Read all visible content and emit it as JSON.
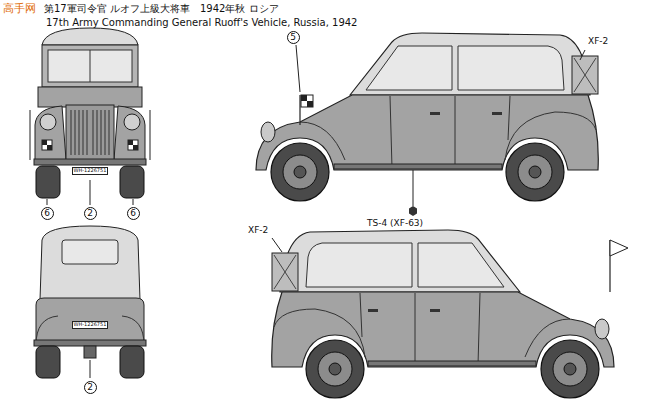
{
  "diagram": {
    "title": "第17軍司令官 ルオフ上級大将車　1942年秋 ロシア",
    "labels": [
      "高手网",
      "17th Army Commanding General Ruoff's Vehicle, Russia, 1942",
      "5",
      "XF-2",
      "TS-4 (XF-63)",
      "6",
      "2",
      "6",
      "WH-1226751",
      "2",
      "WH-1226751",
      "XF-2"
    ]
  }
}
